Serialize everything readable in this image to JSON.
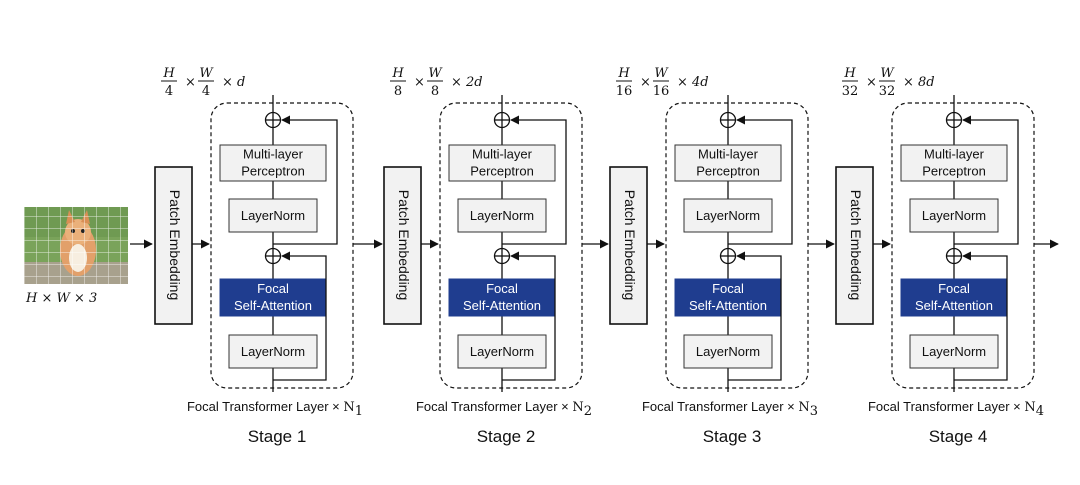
{
  "input": {
    "image_alt": "kitten",
    "label_parts": [
      "H",
      "×",
      "W",
      "×",
      "3"
    ]
  },
  "patch_embedding_label": "Patch Embedding",
  "blocks": {
    "mlp_line1": "Multi-layer",
    "mlp_line2": "Perceptron",
    "layernorm": "LayerNorm",
    "focal_line1": "Focal",
    "focal_line2": "Self-Attention"
  },
  "stages": [
    {
      "title": "Stage 1",
      "caption_prefix": "Focal Transformer Layer ×",
      "n_main": "N",
      "n_sub": "1",
      "dim": {
        "h_den": "4",
        "w_den": "4",
        "d": "d"
      }
    },
    {
      "title": "Stage 2",
      "caption_prefix": "Focal Transformer Layer ×",
      "n_main": "N",
      "n_sub": "2",
      "dim": {
        "h_den": "8",
        "w_den": "8",
        "d": "2d"
      }
    },
    {
      "title": "Stage 3",
      "caption_prefix": "Focal Transformer Layer ×",
      "n_main": "N",
      "n_sub": "3",
      "dim": {
        "h_den": "16",
        "w_den": "16",
        "d": "4d"
      }
    },
    {
      "title": "Stage 4",
      "caption_prefix": "Focal Transformer Layer ×",
      "n_main": "N",
      "n_sub": "4",
      "dim": {
        "h_den": "32",
        "w_den": "32",
        "d": "8d"
      }
    }
  ],
  "math_symbols": {
    "H": "H",
    "W": "W",
    "times": "×",
    "plus": "⊕"
  },
  "colors": {
    "focal_fill": "#1f3d8f",
    "block_fill": "#f2f2f2"
  }
}
